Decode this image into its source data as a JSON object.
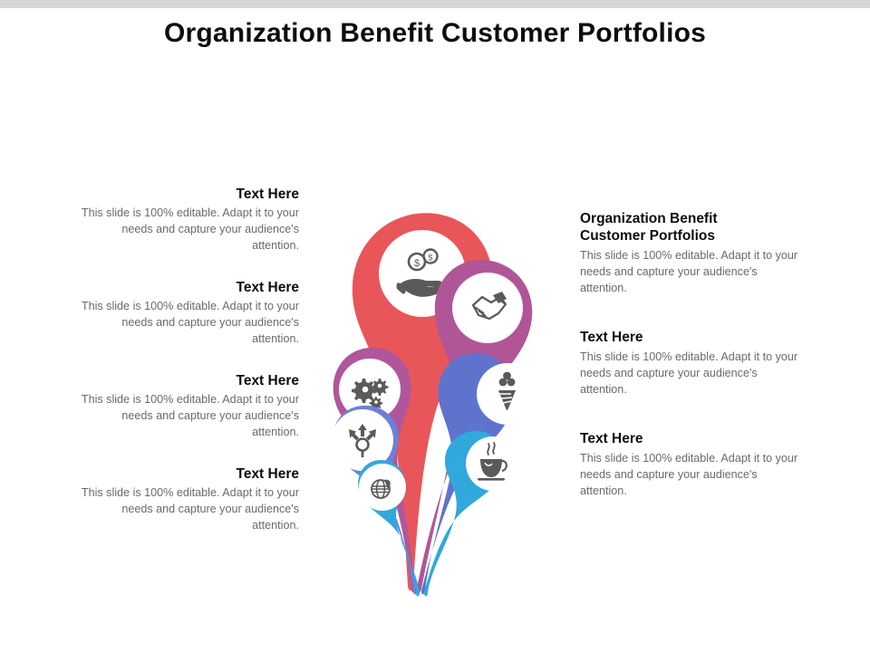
{
  "slide": {
    "title": "Organization Benefit Customer Portfolios",
    "background_color": "#ffffff",
    "top_band_color": "#d6d6d6"
  },
  "body_text": "This slide is 100% editable. Adapt it to your needs and capture your audience's attention.",
  "left_column": {
    "align": "right",
    "blocks": [
      {
        "heading": "Text Here",
        "body": "This slide is 100% editable. Adapt it to your needs and capture your audience's attention."
      },
      {
        "heading": "Text Here",
        "body": "This slide is 100% editable. Adapt it to your needs and capture your audience's attention."
      },
      {
        "heading": "Text Here",
        "body": "This slide is 100% editable. Adapt it to your needs and capture your audience's attention."
      },
      {
        "heading": "Text Here",
        "body": "This slide is 100% editable. Adapt it to your needs and capture your audience's attention."
      }
    ]
  },
  "right_column": {
    "align": "left",
    "blocks": [
      {
        "heading": "Organization Benefit\nCustomer Portfolios",
        "body": "This slide is 100% editable. Adapt it to your needs and capture your audience's attention."
      },
      {
        "heading": "Text Here",
        "body": "This slide is 100% editable. Adapt it to your needs and capture your audience's attention."
      },
      {
        "heading": "Text Here",
        "body": "This slide is 100% editable. Adapt it to your needs and capture your audience's attention."
      }
    ]
  },
  "graphic": {
    "type": "teardrop-petal-cluster",
    "petals": [
      {
        "id": "petal-1",
        "icon": "money-in-hand-icon",
        "color": "#E8565A",
        "side": "left-top"
      },
      {
        "id": "petal-2",
        "icon": "handshake-icon",
        "color": "#B05697",
        "side": "right-top"
      },
      {
        "id": "petal-3",
        "icon": "gears-icon",
        "color": "#B0569B",
        "side": "left-mid"
      },
      {
        "id": "petal-4",
        "icon": "ice-cream-cone-icon",
        "color": "#5F73CC",
        "side": "right-mid"
      },
      {
        "id": "petal-5",
        "icon": "distribution-arrows-icon",
        "color": "#6B80D8",
        "side": "left-low"
      },
      {
        "id": "petal-6",
        "icon": "coffee-cup-icon",
        "color": "#31A8DC",
        "side": "right-low"
      },
      {
        "id": "petal-7",
        "icon": "globe-icon",
        "color": "#31A8DC",
        "side": "left-bottom"
      }
    ],
    "icon_color": "#5a5a5a",
    "circle_fill": "#ffffff"
  }
}
